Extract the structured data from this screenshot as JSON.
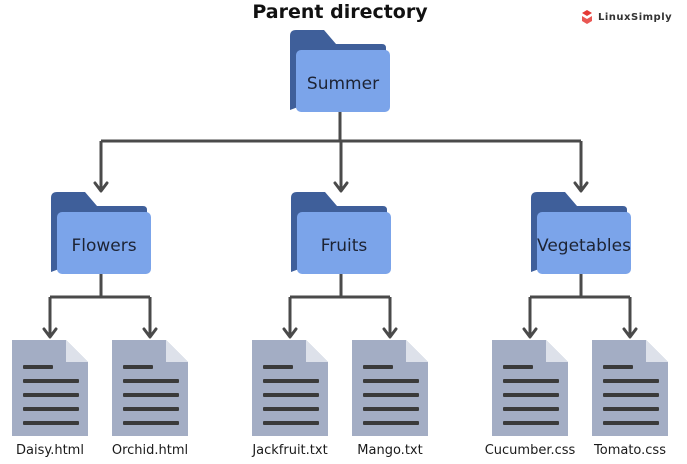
{
  "title": "Parent directory",
  "logo": {
    "text": "LinuxSimply",
    "icon": "linuxsimply-logo-icon",
    "accent": "#e53935"
  },
  "colors": {
    "folder_back": "#3f5f9a",
    "folder_front": "#7ba4ea",
    "file_body": "#a3adc4",
    "file_fold": "#dde1ea",
    "file_lines": "#3a3a3a",
    "connector": "#4a4a4a"
  },
  "tree": {
    "root": {
      "label": "Summer",
      "icon": "folder-icon"
    },
    "folders": [
      {
        "label": "Flowers",
        "icon": "folder-icon",
        "files": [
          {
            "label": "Daisy.html",
            "icon": "file-icon"
          },
          {
            "label": "Orchid.html",
            "icon": "file-icon"
          }
        ]
      },
      {
        "label": "Fruits",
        "icon": "folder-icon",
        "files": [
          {
            "label": "Jackfruit.txt",
            "icon": "file-icon"
          },
          {
            "label": "Mango.txt",
            "icon": "file-icon"
          }
        ]
      },
      {
        "label": "Vegetables",
        "icon": "folder-icon",
        "files": [
          {
            "label": "Cucumber.css",
            "icon": "file-icon"
          },
          {
            "label": "Tomato.css",
            "icon": "file-icon"
          }
        ]
      }
    ]
  }
}
